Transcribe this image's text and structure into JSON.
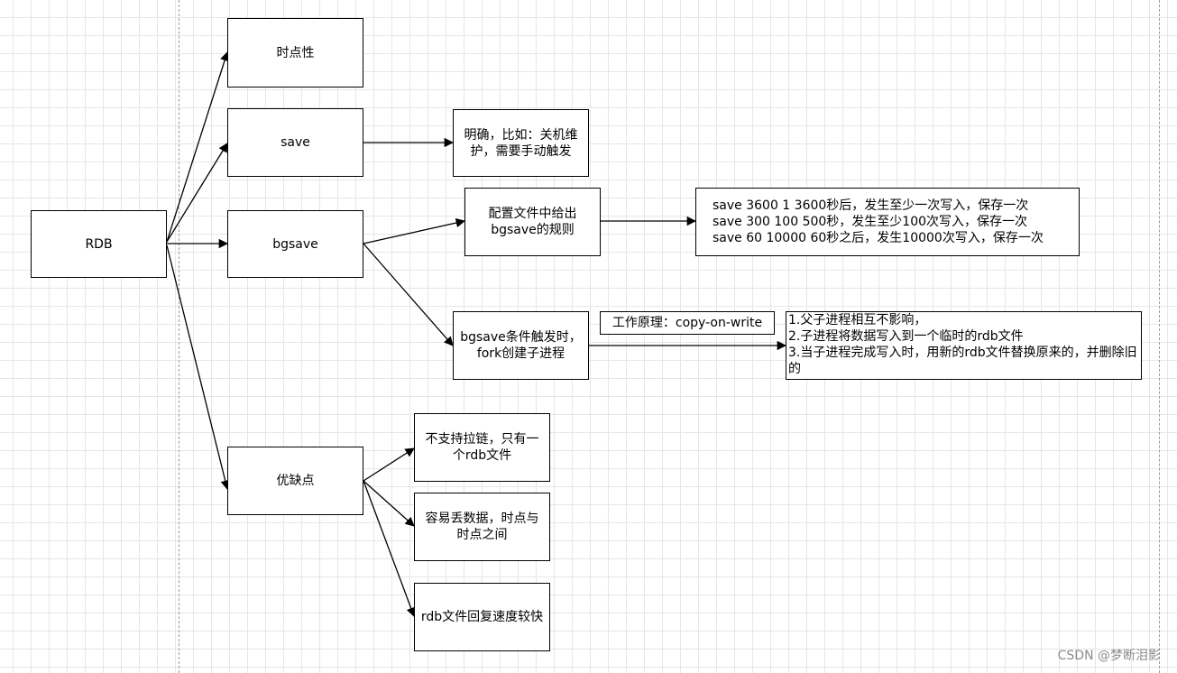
{
  "nodes": {
    "rdb": "RDB",
    "shidianxing": "时点性",
    "save": "save",
    "save_desc": "明确，比如：关机维\n护，需要手动触发",
    "bgsave": "bgsave",
    "bgsave_config": "配置文件中给出\nbgsave的规则",
    "save_rules": "save 3600 1    3600秒后，发生至少一次写入，保存一次\nsave  300 100    500秒，发生至少100次写入，保存一次\nsave 60 10000  60秒之后，发生10000次写入，保存一次",
    "bgsave_trigger": "bgsave条件触发时，\nfork创建子进程",
    "cow_label": "工作原理：copy-on-write",
    "fork_steps": "1.父子进程相互不影响，\n2.子进程将数据写入到一个临时的rdb文件\n3.当子进程完成写入时，用新的rdb文件替换原来的，并删除旧的",
    "pros_cons": "优缺点",
    "con_single_file": "不支持拉链，只有一\n个rdb文件",
    "con_data_loss": "容易丢数据，时点与\n时点之间",
    "pro_fast_restore": "rdb文件回复速度较快"
  },
  "watermark": "CSDN @梦断泪影"
}
